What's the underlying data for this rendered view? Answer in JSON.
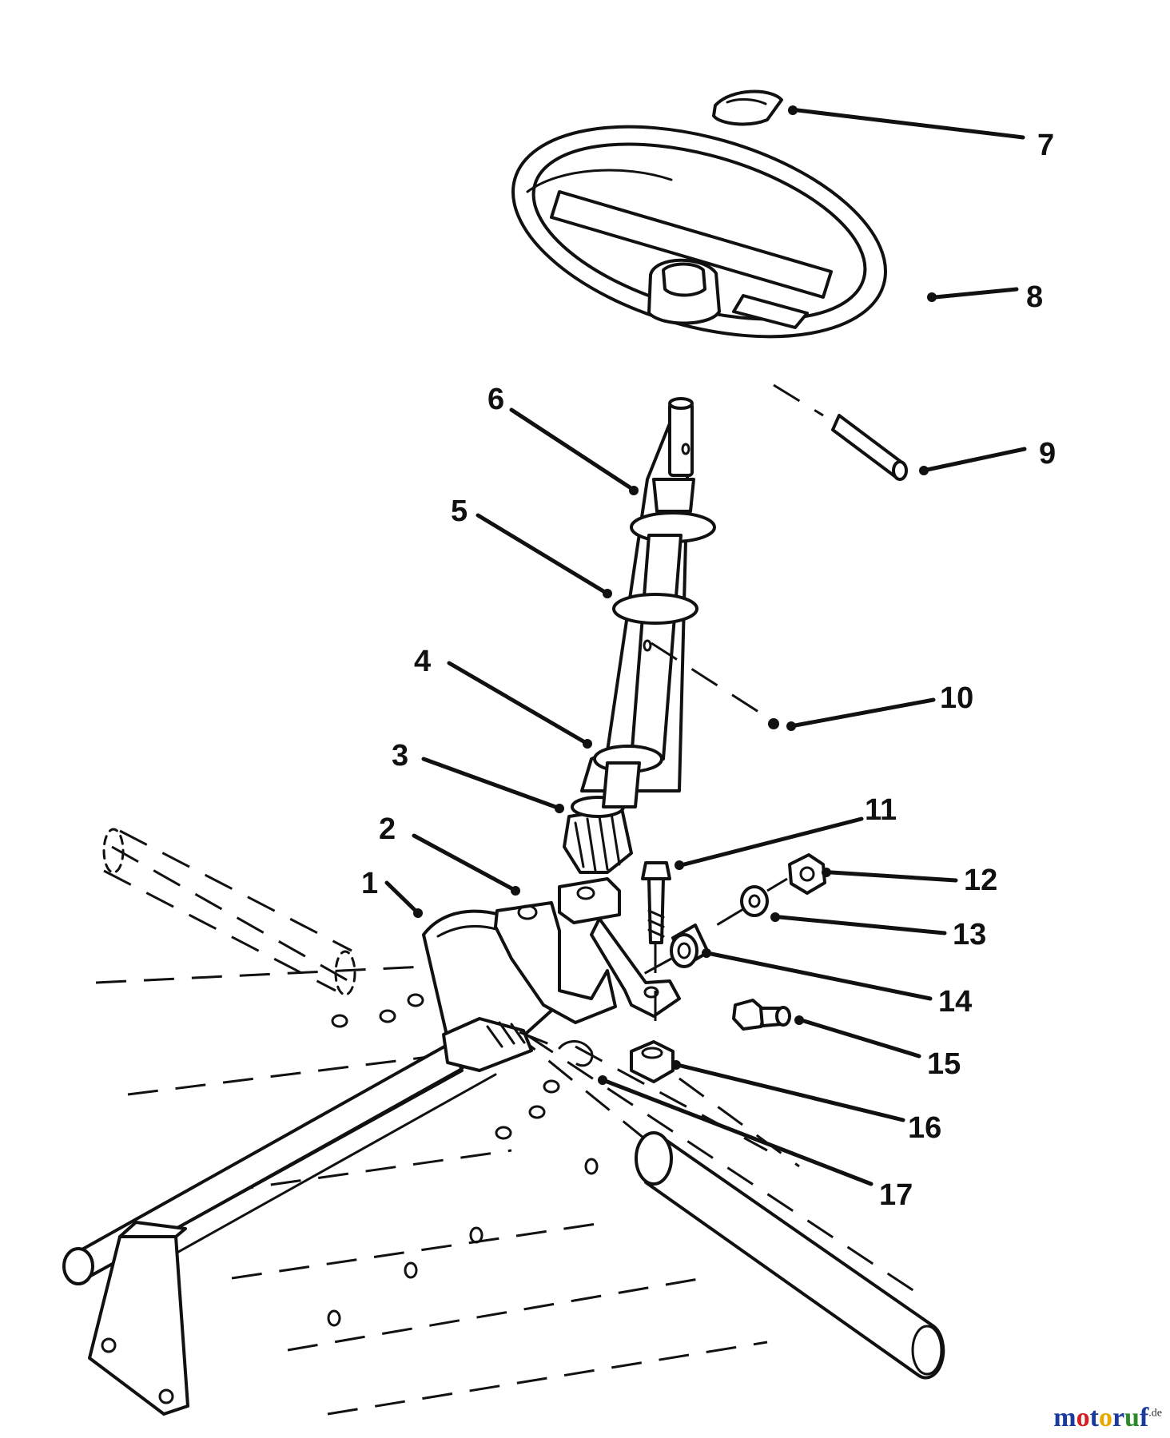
{
  "callouts": {
    "c1": "1",
    "c2": "2",
    "c3": "3",
    "c4": "4",
    "c5": "5",
    "c6": "6",
    "c7": "7",
    "c8": "8",
    "c9": "9",
    "c10": "10",
    "c11": "11",
    "c12": "12",
    "c13": "13",
    "c14": "14",
    "c15": "15",
    "c16": "16",
    "c17": "17"
  },
  "watermark": {
    "letters": [
      "m",
      "o",
      "t",
      "o",
      "r",
      "u",
      "f"
    ],
    "suffix": ".de",
    "colors": [
      "#1a3a9c",
      "#d42020",
      "#1a3a9c",
      "#e8a800",
      "#1a3a9c",
      "#2a8a2a",
      "#1a3a9c"
    ]
  }
}
